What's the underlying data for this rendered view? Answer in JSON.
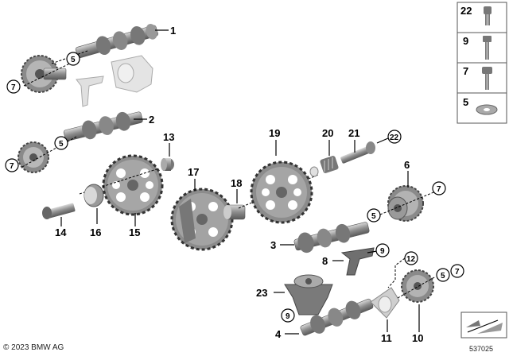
{
  "copyright": "© 2023 BMW AG",
  "document_id": "537025",
  "callouts": {
    "p1": "1",
    "p2": "2",
    "p3": "3",
    "p4": "4",
    "p6": "6",
    "p8": "8",
    "p10": "10",
    "p11": "11",
    "p12": "12",
    "p13": "13",
    "p14": "14",
    "p15": "15",
    "p16": "16",
    "p17": "17",
    "p18": "18",
    "p19": "19",
    "p20": "20",
    "p21": "21",
    "p22": "22",
    "p23": "23",
    "c5a": "5",
    "c5b": "5",
    "c5c": "5",
    "c5d": "5",
    "c7a": "7",
    "c7b": "7",
    "c7c": "7",
    "c7d": "7",
    "c9a": "9",
    "c9b": "9",
    "c12": "12",
    "c22": "22"
  },
  "legend": [
    {
      "label": "22",
      "icon": "short-bolt-icon"
    },
    {
      "label": "9",
      "icon": "hex-bolt-icon"
    },
    {
      "label": "7",
      "icon": "flange-bolt-icon"
    },
    {
      "label": "5",
      "icon": "washer-icon"
    }
  ],
  "colors": {
    "part_dark": "#6e6e6e",
    "part_mid": "#9a9a9a",
    "part_light": "#cfcfcf",
    "line": "#000000"
  }
}
